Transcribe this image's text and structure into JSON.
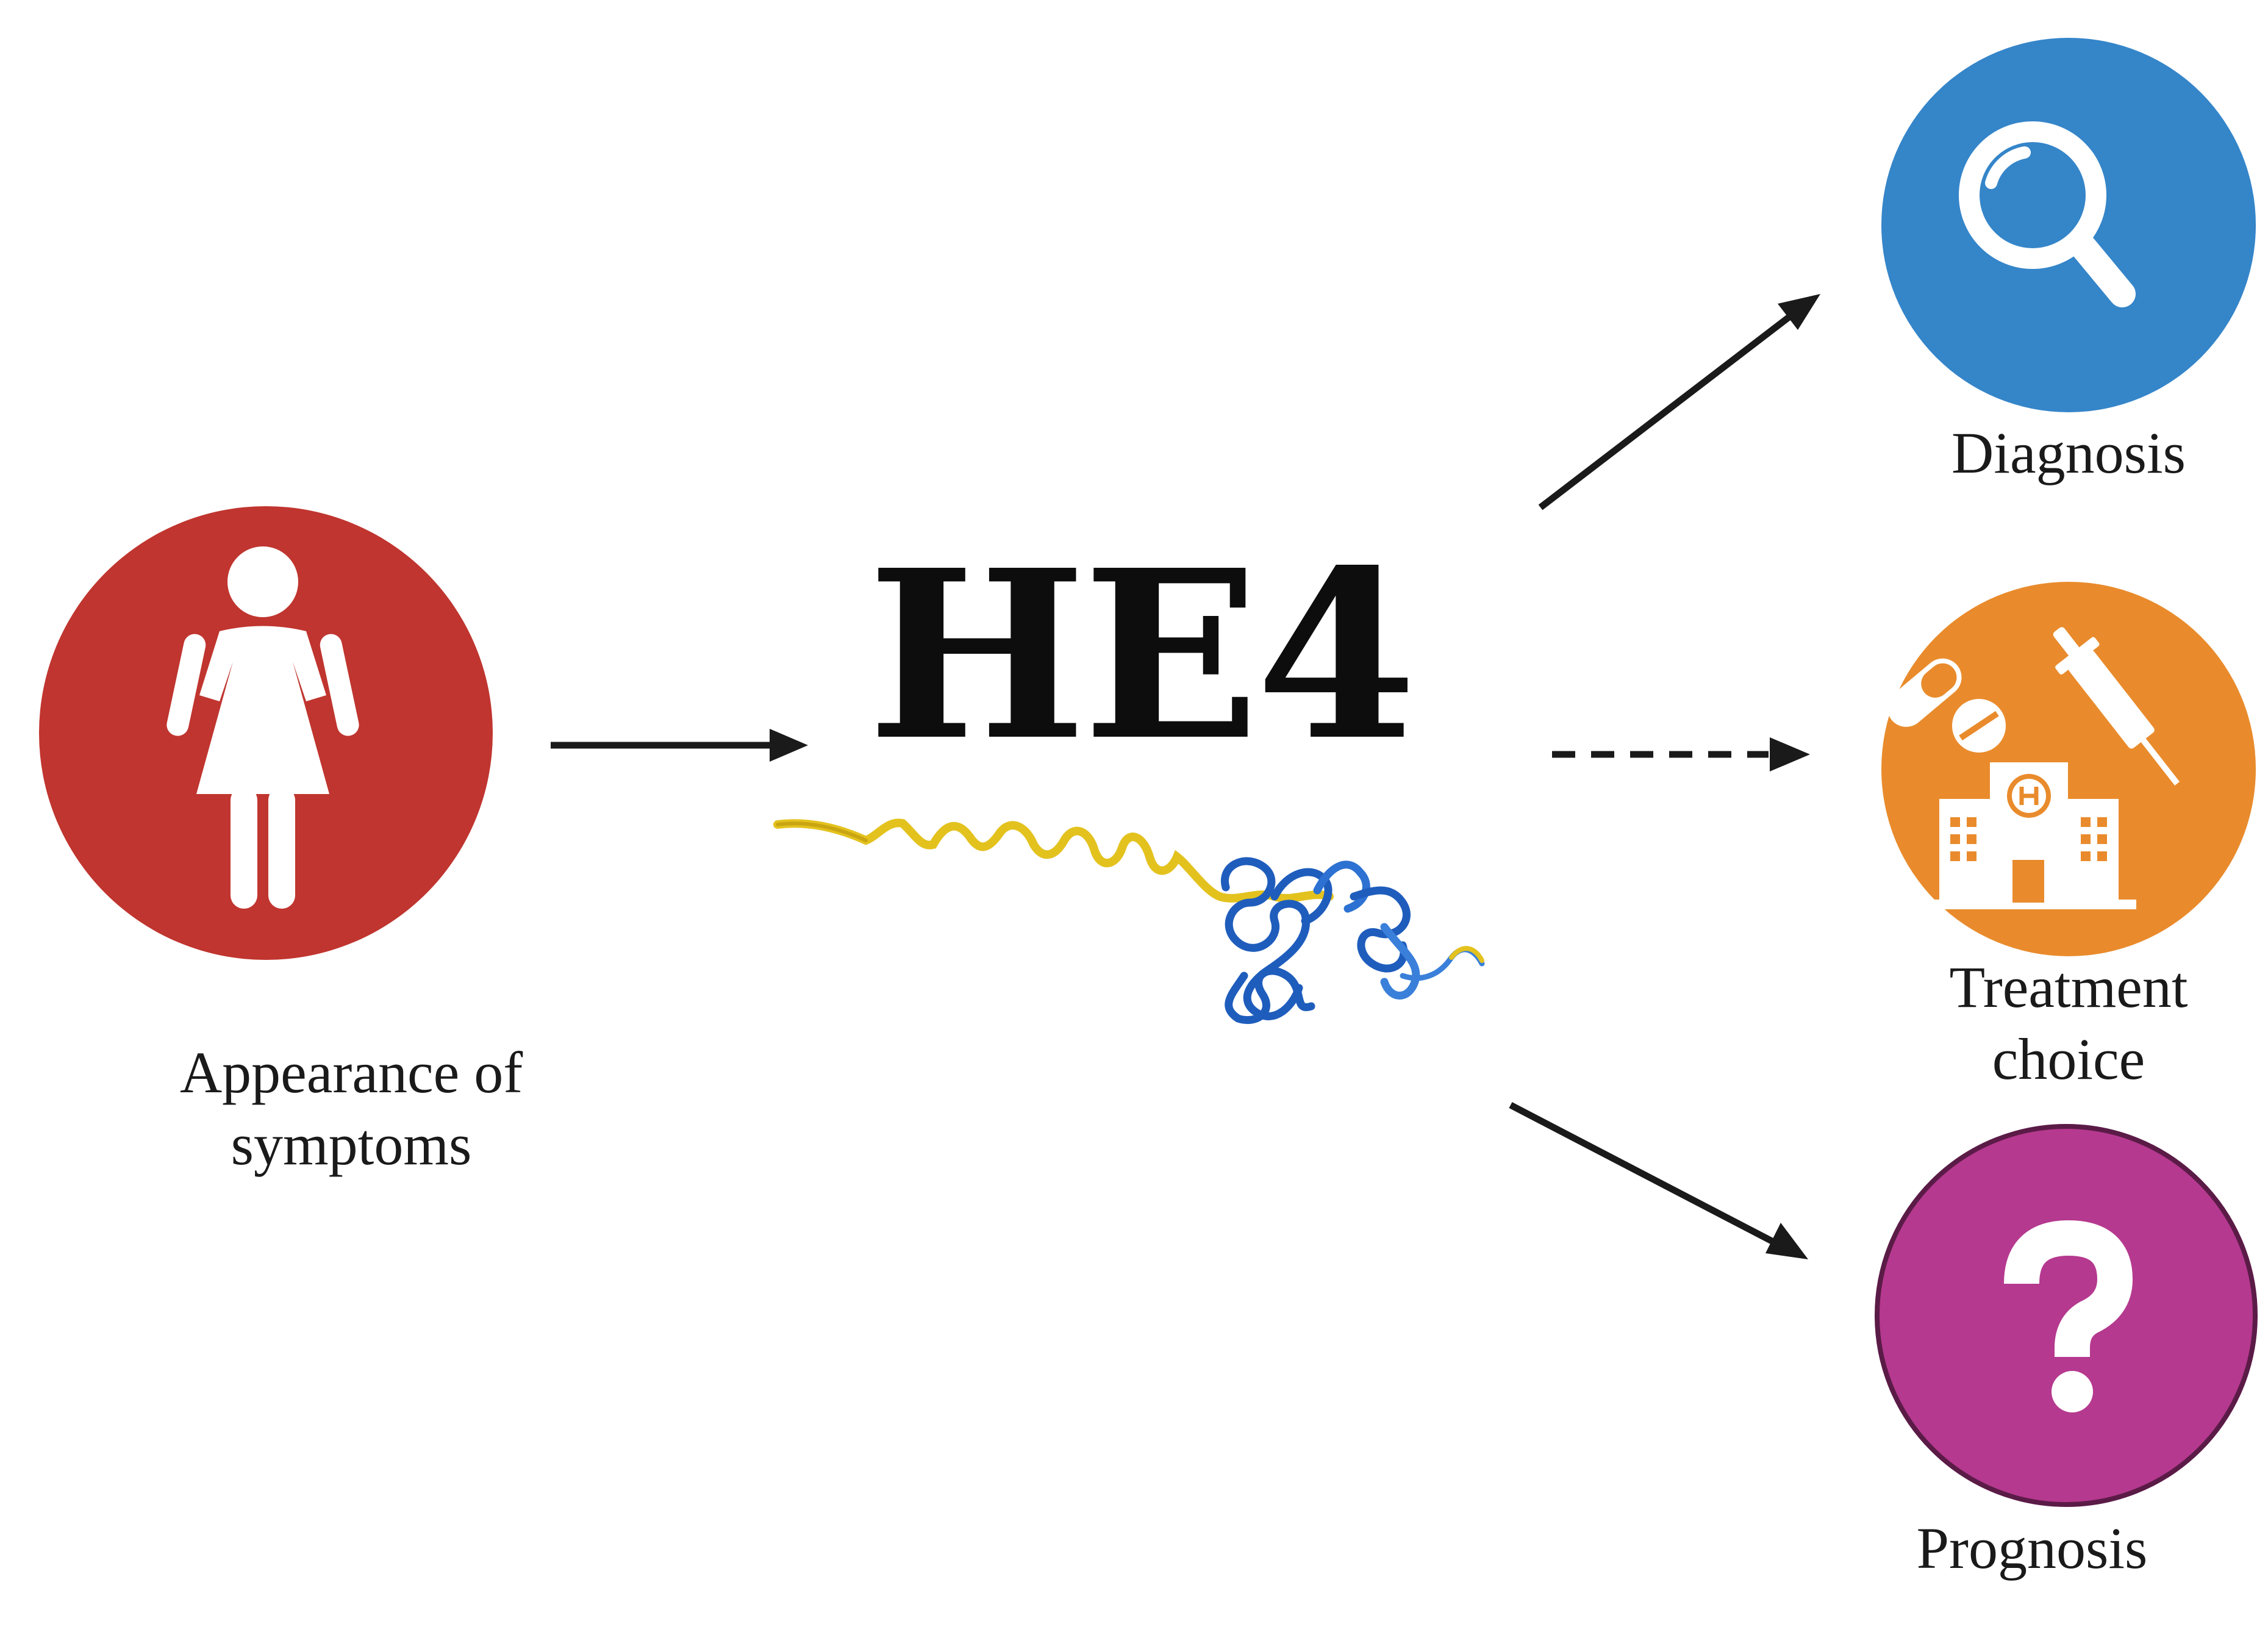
{
  "title": "HE4",
  "nodes": {
    "symptoms": {
      "line1": "Appearance of",
      "line2": "symptoms",
      "icon": "woman-icon",
      "color": "#c0352f"
    },
    "diagnosis": {
      "label": "Diagnosis",
      "icon": "magnifier-icon",
      "color": "#3585c9"
    },
    "treatment": {
      "line1": "Treatment",
      "line2": "choice",
      "icon": "medicine-hospital-icon",
      "color": "#e98b2c"
    },
    "prognosis": {
      "label": "Prognosis",
      "icon": "question-icon",
      "color": "#b5398f"
    }
  },
  "protein": {
    "icon": "protein-structure-icon",
    "helix_color": "#e3c21e",
    "domain_color": "#1f5dbd"
  },
  "arrows": {
    "color": "#1a1a1a",
    "symptoms_to_he4": "solid",
    "he4_to_diagnosis": "solid",
    "he4_to_treatment": "dashed",
    "he4_to_prognosis": "solid"
  }
}
